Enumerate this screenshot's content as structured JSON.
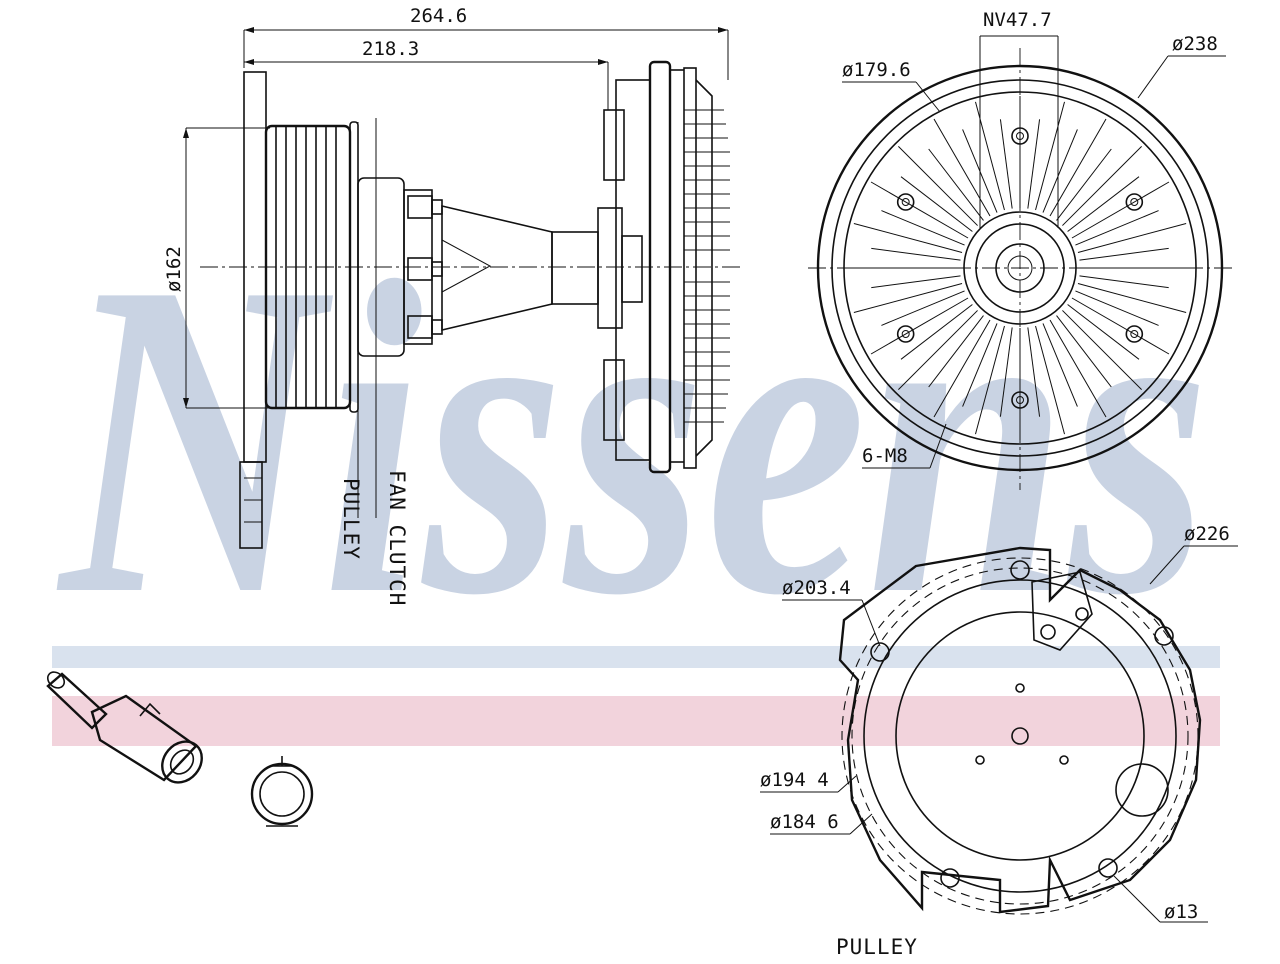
{
  "watermark": {
    "text": "Nissens",
    "color": "#c9d3e3",
    "band_blue": "#d9e2ee",
    "band_pink": "#f2d3dc"
  },
  "line_color": "#111111",
  "side_view": {
    "dims": {
      "overall_length": "264.6",
      "pulley_length": "218.3",
      "pulley_diameter": "ø162"
    },
    "labels": {
      "pulley": "PULLEY",
      "fan_clutch": "FAN CLUTCH"
    }
  },
  "front_view": {
    "dims": {
      "outer_diameter": "ø238",
      "inner_diameter": "ø179.6",
      "nut": "NV47.7",
      "bolts": "6-M8"
    }
  },
  "pulley_view": {
    "dims": {
      "outer": "ø226",
      "bolt_circle": "ø203.4",
      "d1944": "ø194 4",
      "d1846": "ø184 6",
      "hole": "ø13"
    },
    "label": "PULLEY"
  }
}
